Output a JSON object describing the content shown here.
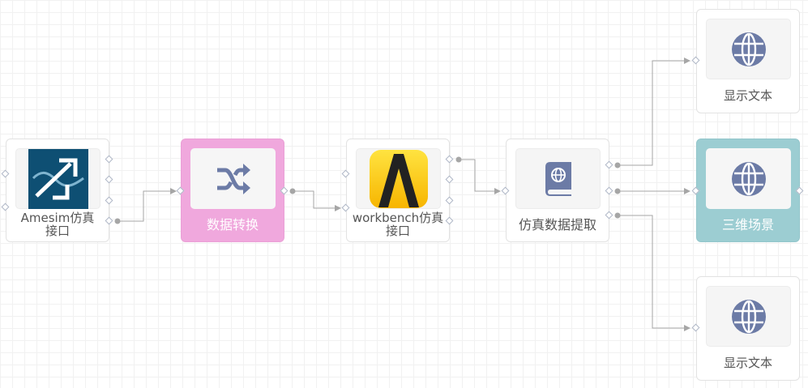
{
  "colors": {
    "edge": "#a6a6a6",
    "port_border": "#aeb6c6",
    "icon_blue": "#6c7ba6",
    "pink_node": "#f0a8dd",
    "teal_node": "#9ccdd2"
  },
  "nodes": [
    {
      "id": "amesim",
      "label": "Amesim仿真接口",
      "icon": "amesim-logo-icon"
    },
    {
      "id": "convert",
      "label": "数据转换",
      "icon": "shuffle-icon"
    },
    {
      "id": "workbench",
      "label": "workbench仿真接口",
      "icon": "workbench-logo-icon"
    },
    {
      "id": "extract",
      "label": "仿真数据提取",
      "icon": "book-globe-icon"
    },
    {
      "id": "text1",
      "label": "显示文本",
      "icon": "globe-icon"
    },
    {
      "id": "scene3d",
      "label": "三维场景",
      "icon": "globe-icon"
    },
    {
      "id": "text2",
      "label": "显示文本",
      "icon": "globe-icon"
    }
  ],
  "edges": [
    {
      "from": "amesim",
      "to": "convert"
    },
    {
      "from": "convert",
      "to": "workbench"
    },
    {
      "from": "workbench",
      "to": "extract"
    },
    {
      "from": "extract",
      "to": "text1"
    },
    {
      "from": "extract",
      "to": "scene3d"
    },
    {
      "from": "extract",
      "to": "text2"
    }
  ]
}
